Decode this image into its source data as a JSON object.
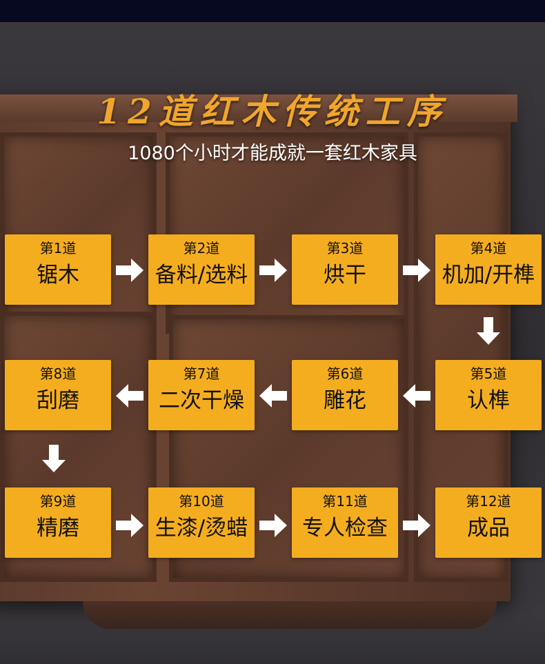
{
  "header": {
    "title": "12道红木传统工序",
    "subtitle": "1080个小时才能成就一套红木家具"
  },
  "steps": [
    {
      "num": "第1道",
      "name": "锯木"
    },
    {
      "num": "第2道",
      "name": "备料/选料"
    },
    {
      "num": "第3道",
      "name": "烘干"
    },
    {
      "num": "第4道",
      "name": "机加/开榫"
    },
    {
      "num": "第5道",
      "name": "认榫"
    },
    {
      "num": "第6道",
      "name": "雕花"
    },
    {
      "num": "第7道",
      "name": "二次干燥"
    },
    {
      "num": "第8道",
      "name": "刮磨"
    },
    {
      "num": "第9道",
      "name": "精磨"
    },
    {
      "num": "第10道",
      "name": "生漆/烫蜡"
    },
    {
      "num": "第11道",
      "name": "专人检查"
    },
    {
      "num": "第12道",
      "name": "成品"
    }
  ],
  "colors": {
    "box": "#f5ad20",
    "title": "#f0a62c",
    "arrow": "#ffffff",
    "topbar": "#06091f"
  },
  "icons": {
    "arrow_right": "arrow-right-icon",
    "arrow_left": "arrow-left-icon",
    "arrow_down": "arrow-down-icon"
  }
}
